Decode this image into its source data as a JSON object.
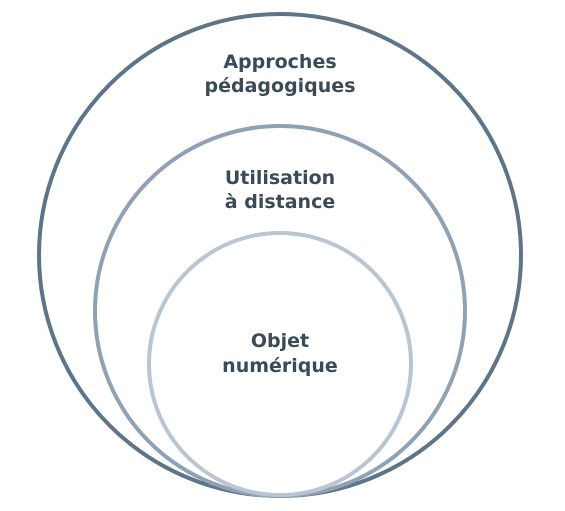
{
  "colors": {
    "outer": "#5d7489",
    "middle": "#8ea2b3",
    "inner": "#b9c6d1",
    "text": "#3b4a58"
  },
  "rings": [
    {
      "id": "outer",
      "lines": [
        "Approches",
        "pédagogiques"
      ]
    },
    {
      "id": "middle",
      "lines": [
        "Utilisation",
        "à distance"
      ]
    },
    {
      "id": "inner",
      "lines": [
        "Objet",
        "numérique"
      ]
    }
  ]
}
